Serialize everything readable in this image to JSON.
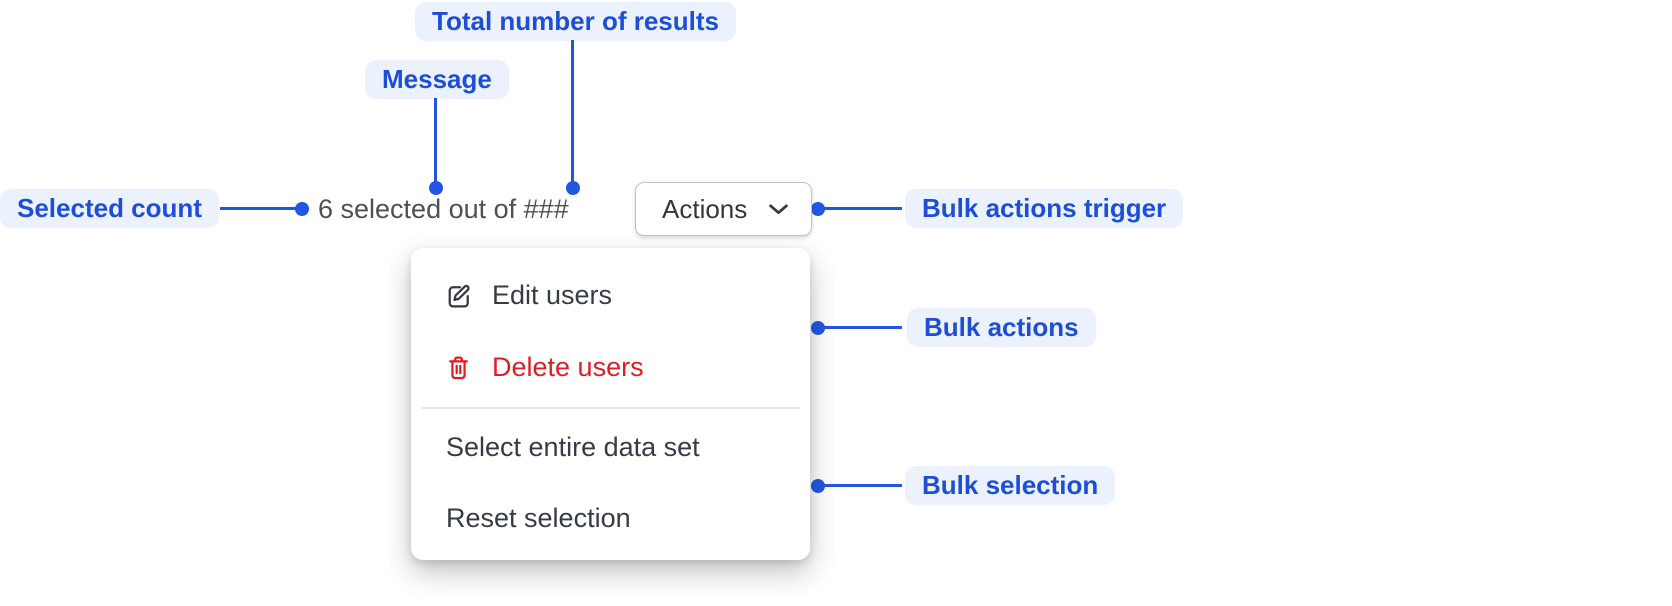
{
  "colors": {
    "accent_blue": "#1d4ed6",
    "connector_blue": "#2156e2",
    "pill_bg": "#ecf1fe",
    "danger_red": "#dc1f26",
    "menu_text": "#363c45",
    "message_gray": "#4c5057",
    "button_text": "#33373c"
  },
  "annotations": {
    "total_results": "Total number of results",
    "message": "Message",
    "selected_count": "Selected count",
    "bulk_actions_trigger": "Bulk actions trigger",
    "bulk_actions": "Bulk actions",
    "bulk_selection": "Bulk selection"
  },
  "bulk_bar": {
    "message": "6 selected out of ###",
    "trigger_label": "Actions"
  },
  "menu": {
    "items": [
      {
        "label": "Edit users",
        "icon": "edit-icon",
        "danger": false
      },
      {
        "label": "Delete users",
        "icon": "trash-icon",
        "danger": true
      },
      {
        "label": "Select entire data set",
        "icon": null,
        "danger": false
      },
      {
        "label": "Reset selection",
        "icon": null,
        "danger": false
      }
    ]
  }
}
